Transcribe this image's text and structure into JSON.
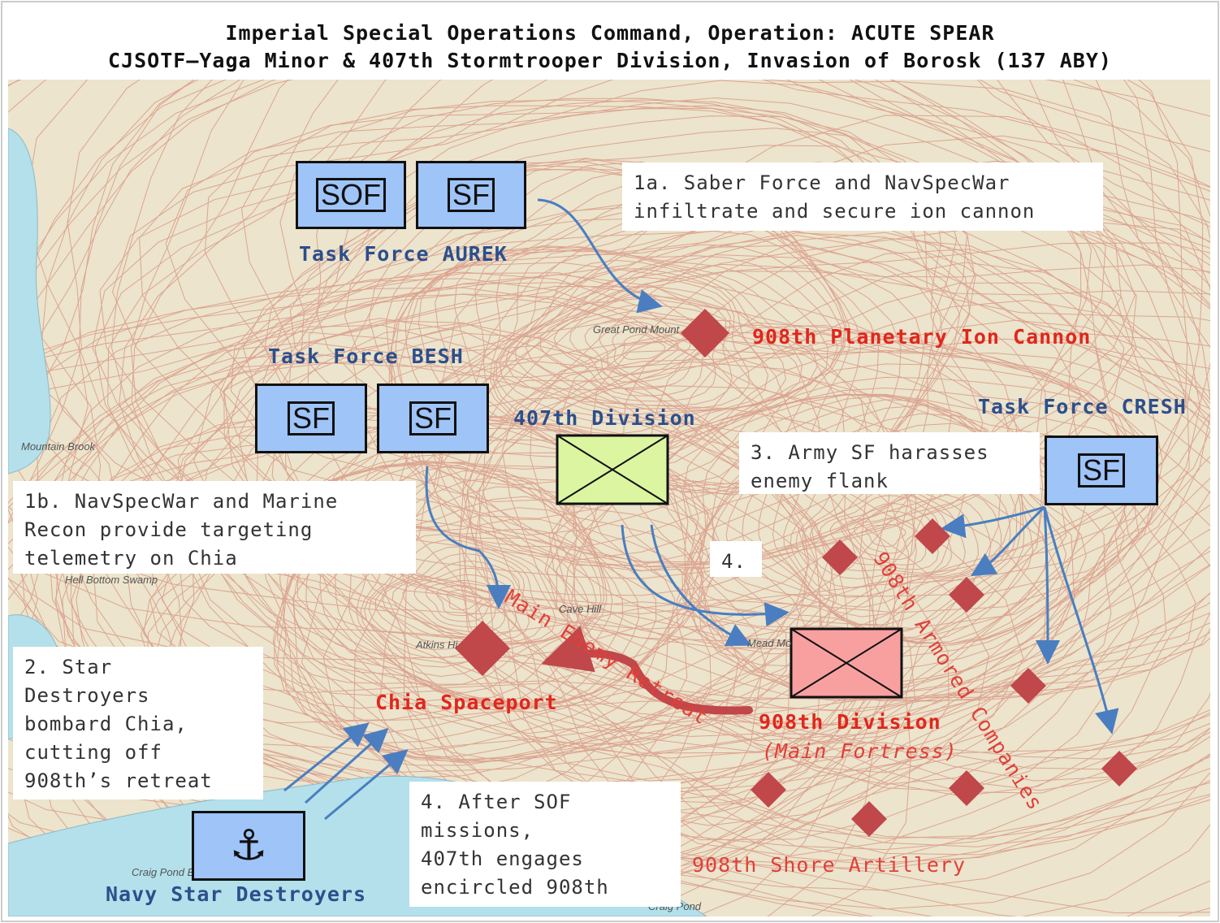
{
  "header": {
    "line1": "Imperial Special Operations Command, Operation: ACUTE SPEAR",
    "line2": "CJSOTF—Yaga Minor & 407th Stormtrooper Division, Invasion of Borosk (137 ABY)"
  },
  "units": {
    "aurek_sof": "SOF",
    "aurek_sf": "SF",
    "besh_sf1": "SF",
    "besh_sf2": "SF",
    "cresh_sf": "SF",
    "navy_symbol": "⚓"
  },
  "labels": {
    "task_force_aurek": "Task Force AUREK",
    "task_force_besh": "Task Force BESH",
    "task_force_cresh": "Task Force CRESH",
    "division_407": "407th Division",
    "ion_cannon": "908th Planetary Ion Cannon",
    "chia_spaceport": "Chia Spaceport",
    "division_908": "908th Division",
    "main_fortress": "(Main Fortress)",
    "main_enemy_retreat": "Main Enemy Retreat",
    "armored_companies": "908th Armored Companies",
    "shore_artillery": "908th Shore Artillery",
    "navy_star_destroyers": "Navy Star Destroyers"
  },
  "notes": {
    "n1a": [
      "1a. Saber Force and NavSpecWar",
      "infiltrate and secure ion cannon"
    ],
    "n1b": [
      "1b. NavSpecWar and Marine",
      "Recon provide targeting",
      "telemetry on Chia"
    ],
    "n2": [
      "2. Star",
      "Destroyers",
      "bombard Chia,",
      "cutting off",
      "908th’s retreat"
    ],
    "n3": [
      "3. Army SF harasses",
      "enemy flank"
    ],
    "n4a": [
      "4."
    ],
    "n4b": [
      "4. After SOF",
      "missions,",
      "407th engages",
      "encircled 908th"
    ]
  },
  "map_labels": {
    "great_pond": "Great Pond Mount",
    "mountain_brook": "Mountain Brook",
    "hell_bottom": "Hell Bottom Swamp",
    "cave_hill": "Cave Hill",
    "mead": "Mead Mo",
    "atkins": "Atkins Hi",
    "craig_pond1": "Craig Pond E",
    "craig_pond2": "Craig Pond"
  },
  "colors": {
    "friendly_fill": "#9ec4f8",
    "division_407_fill": "#dcf5a0",
    "division_908_fill": "#f8a0a0",
    "enemy_marker": "#c0474a",
    "arrow_blue": "#4a7ec0",
    "arrow_red": "#c0474a",
    "water": "#b3e0ea",
    "terrain": "#ece4cc",
    "contour": "#d99a87"
  }
}
